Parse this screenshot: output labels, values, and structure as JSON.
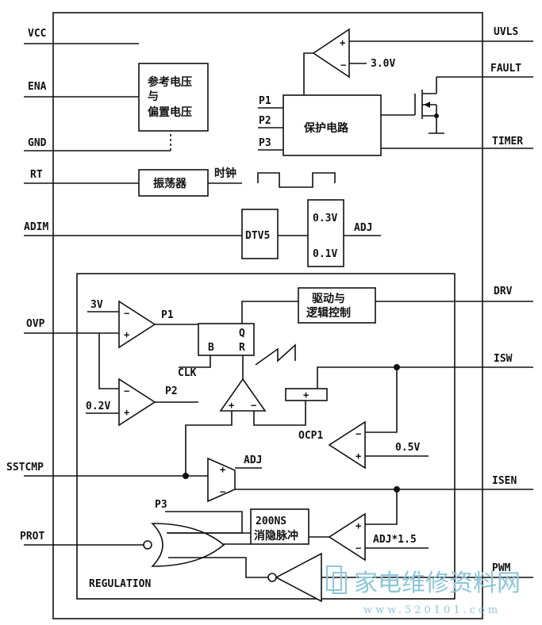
{
  "pins_left": {
    "vcc": "VCC",
    "ena": "ENA",
    "gnd": "GND",
    "rt": "RT",
    "adim": "ADIM",
    "ovp": "OVP",
    "sstcmp": "SSTCMP",
    "prot": "PROT"
  },
  "pins_right": {
    "uvls": "UVLS",
    "fault": "FAULT",
    "timer": "TIMER",
    "drv": "DRV",
    "isw": "ISW",
    "isen": "ISEN",
    "pwm": "PWM"
  },
  "blocks": {
    "reference_line1": "参考电压",
    "reference_line2": "与",
    "reference_line3": "偏置电压",
    "oscillator": "振荡器",
    "clock": "时钟",
    "protection": "保护电路",
    "dtv5": "DTV5",
    "drive_line1": "驱动与",
    "drive_line2": "逻辑控制",
    "blanking_line1": "200NS",
    "blanking_line2": "消隐脉冲",
    "regulation": "REGULATION"
  },
  "labels": {
    "p1_in": "P1",
    "p2_in": "P2",
    "p3_in": "P3",
    "v3": "3.0V",
    "v03": "0.3V",
    "v01": "0.1V",
    "adj": "ADJ",
    "ovp_ref": "3V",
    "p1_out": "P1",
    "p2_out": "P2",
    "ref02": "0.2V",
    "q": "Q",
    "r": "R",
    "b": "B",
    "clk": "CLK",
    "ocp1": "OCP1",
    "v05": "0.5V",
    "adj_amp": "ADJ",
    "p3_gate": "P3",
    "adj15": "ADJ*1.5"
  },
  "watermark": {
    "brand": "家电维修资料网",
    "url": "www.520101.com"
  }
}
